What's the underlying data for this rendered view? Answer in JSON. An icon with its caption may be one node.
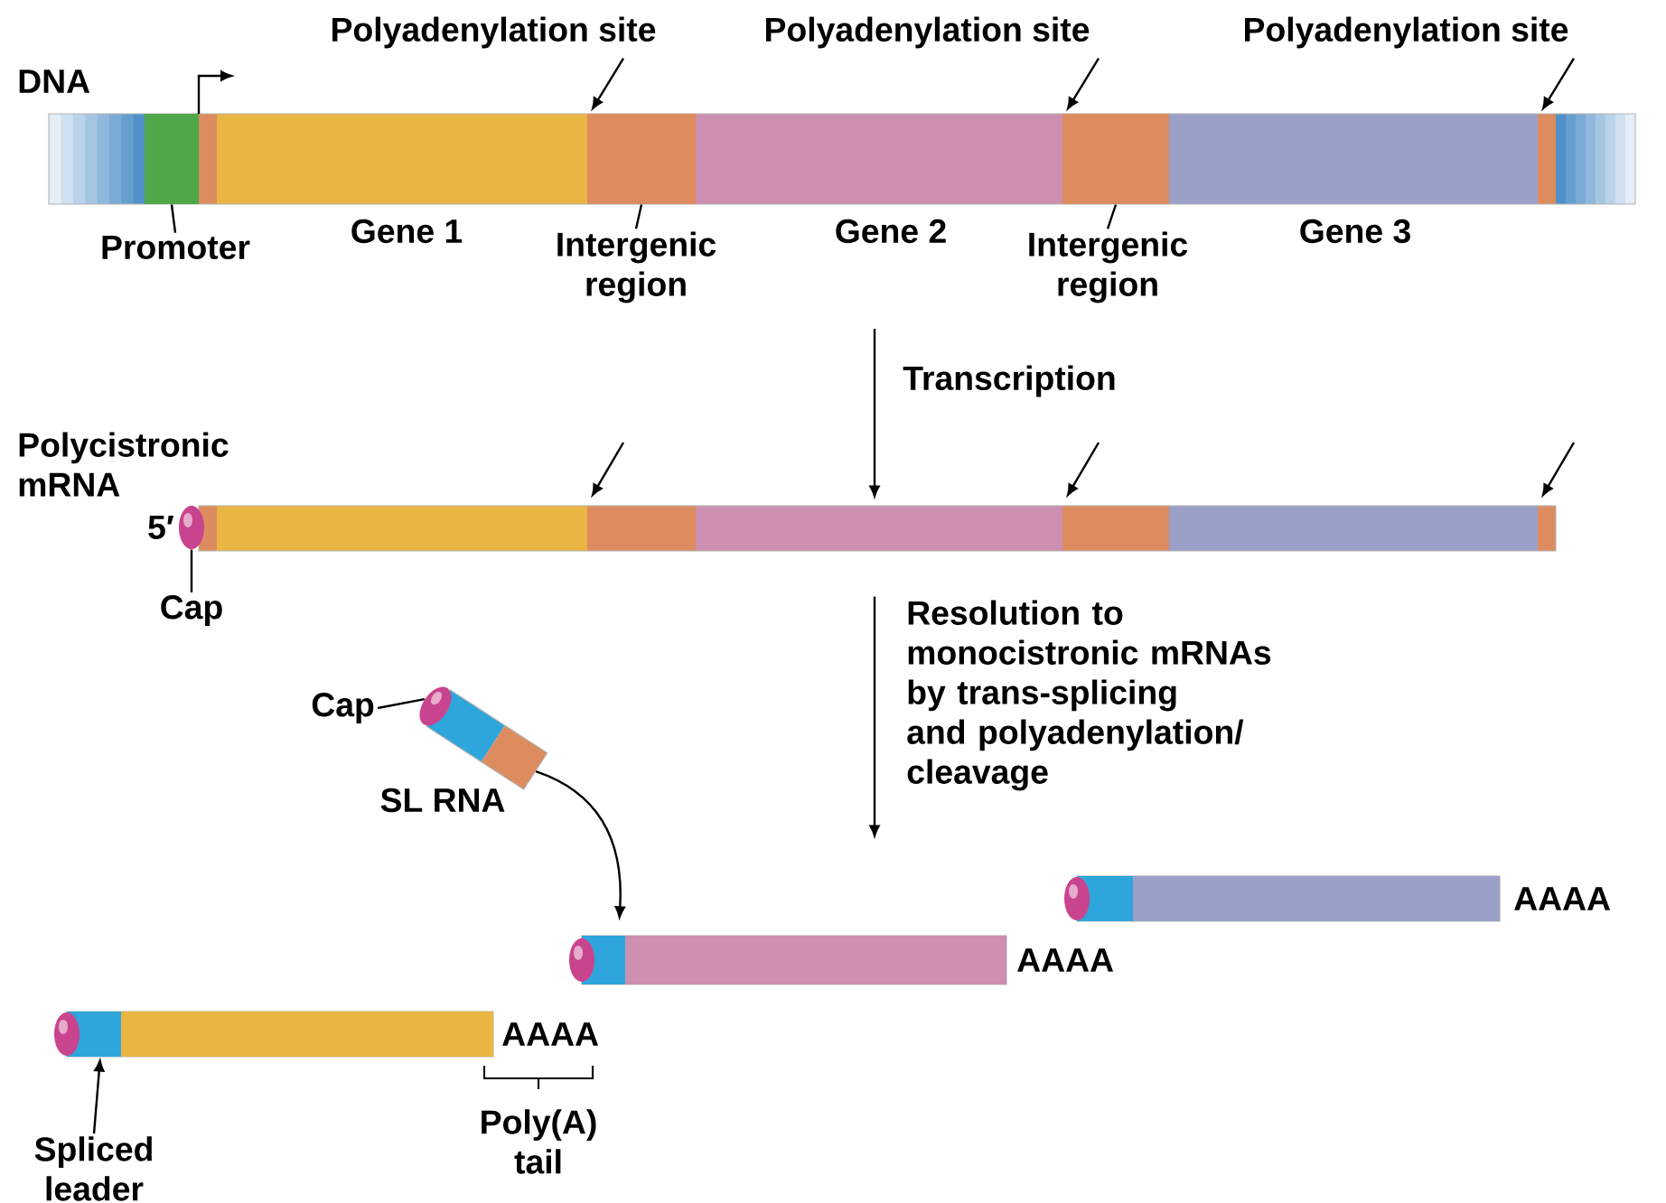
{
  "diagram": {
    "nodes": [
      {
        "text": [],
        "shape": "bar",
        "beside": [
          "DNA"
        ]
      },
      {
        "text": [
          "Promoter"
        ]
      },
      {
        "text": [],
        "shape": "box",
        "in": 0
      },
      {
        "text": [
          "Polyadenylation site"
        ]
      },
      {
        "text": [
          "Intergenic region"
        ]
      },
      {
        "text": [],
        "shape": "box",
        "in": 0
      },
      {
        "text": [
          "Polyadenylation site"
        ]
      },
      {
        "text": [
          "Intergenic region"
        ]
      },
      {
        "text": [],
        "shape": "box",
        "in": 0
      },
      {
        "text": [
          "Polyadenylation site"
        ]
      },
      {
        "text": [],
        "shape": "bar",
        "beside": [
          "Polycistronic mRNA"
        ]
      },
      {
        "text": [],
        "shape": "circle",
        "beside": [
          "5′"
        ]
      },
      {
        "text": [
          "Cap"
        ]
      },
      {
        "text": [],
        "shape": "bar",
        "beside": [
          "SL RNA"
        ]
      },
      {
        "text": [],
        "shape": "circle"
      },
      {
        "text": [
          "Cap"
        ]
      },
      {
        "text": [],
        "shape": "bar",
        "beside": [
          "AAAA"
        ]
      },
      {
        "text": [],
        "shape": "circle"
      },
      {
        "text": [],
        "shape": "bar",
        "beside": [
          "AAAA"
        ]
      },
      {
        "text": [],
        "shape": "circle"
      },
      {
        "text": [],
        "shape": "bar",
        "beside": [
          "AAAA"
        ]
      },
      {
        "text": [],
        "shape": "circle"
      },
      {
        "text": [],
        "shape": "box",
        "in": 20
      },
      {
        "text": [
          "Spliced leader"
        ]
      }
    ],
    "edges": [
      {
        "from": 1,
        "to": 2,
        "arrow": "none"
      },
      {
        "from": 3,
        "to": 0,
        "arrow": "to"
      },
      {
        "from": 4,
        "to": 5,
        "arrow": "none"
      },
      {
        "from": 6,
        "to": 0,
        "arrow": "to"
      },
      {
        "from": 7,
        "to": 8,
        "arrow": "none"
      },
      {
        "from": 9,
        "to": 0,
        "arrow": "to"
      },
      {
        "from": null,
        "to": 10,
        "arrow": "to",
        "label": "Transcription"
      },
      {
        "from": null,
        "to": 10,
        "arrow": "to"
      },
      {
        "from": null,
        "to": 10,
        "arrow": "to"
      },
      {
        "from": null,
        "to": 10,
        "arrow": "to"
      },
      {
        "from": 12,
        "to": 11,
        "arrow": "none"
      },
      {
        "from": 10,
        "to": 18,
        "arrow": "to",
        "label": "Resolution to monocistronic mRNAs by trans-splicing and polyadenylation/ cleavage"
      },
      {
        "from": 15,
        "to": 14,
        "arrow": "none"
      },
      {
        "from": 13,
        "to": 18,
        "arrow": "to"
      },
      {
        "from": 23,
        "to": 22,
        "arrow": "to"
      }
    ],
    "labels": [
      "Gene 1",
      "Gene 2",
      "Gene 3",
      "Poly(A) tail"
    ]
  }
}
